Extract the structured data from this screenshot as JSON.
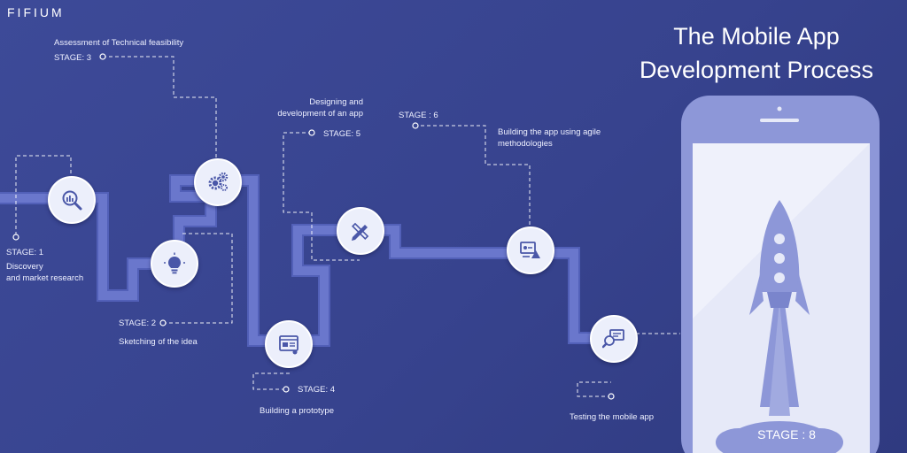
{
  "brand": {
    "logo_text": "FIFIUM"
  },
  "title": "The Mobile App\nDevelopment Process",
  "stages": [
    {
      "label": "STAGE: 1",
      "caption": "Discovery\nand market research",
      "icon": "magnifier-chart-icon"
    },
    {
      "label": "STAGE: 2",
      "caption": "Sketching of the idea",
      "icon": "lightbulb-icon"
    },
    {
      "label": "STAGE: 3",
      "caption": "Assessment of Technical feasibility",
      "icon": "gears-icon"
    },
    {
      "label": "STAGE: 4",
      "caption": "Building a prototype",
      "icon": "prototype-window-icon"
    },
    {
      "label": "STAGE: 5",
      "caption": "Designing and\ndevelopment of an app",
      "icon": "pencil-ruler-icon"
    },
    {
      "label": "STAGE : 6",
      "caption": "Building the app using agile\nmethodologies",
      "icon": "agile-board-icon"
    },
    {
      "label": "",
      "caption": "Testing the mobile app",
      "icon": "testing-monitor-icon"
    },
    {
      "label": "STAGE : 8",
      "caption": "",
      "icon": "rocket-icon"
    }
  ],
  "colors": {
    "background": "#3a4691",
    "path": "#6673c9",
    "path_edge": "#5260b8",
    "node": "#eceffb",
    "icon": "#4a57a8",
    "phone": "#8d97d8",
    "screen": "#e4e7f8"
  }
}
